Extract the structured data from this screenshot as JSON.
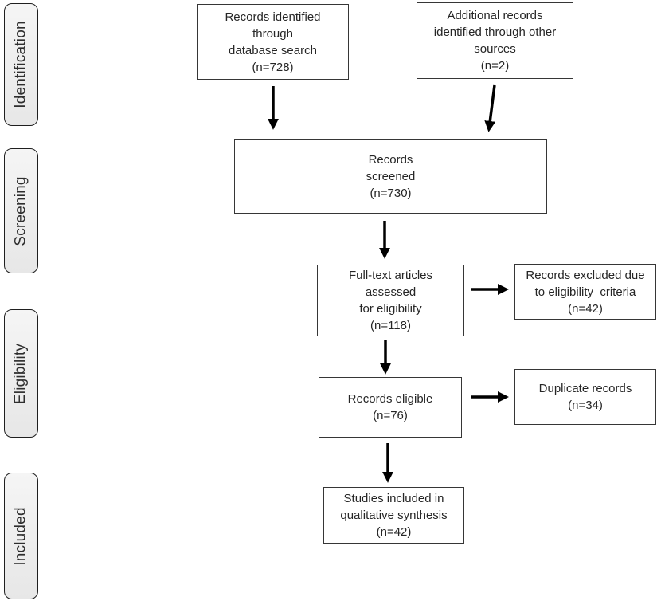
{
  "diagram": {
    "type": "prisma-flow",
    "colors": {
      "box_fill": "#ffffff",
      "box_border": "#363636",
      "stage_fill": "#ededed",
      "stage_border": "#1f1f1f",
      "arrow": "#000000",
      "text": "#262626"
    },
    "sidebar": {
      "stages": [
        {
          "label": "Identification"
        },
        {
          "label": "Screening"
        },
        {
          "label": "Eligibility"
        },
        {
          "label": "Included"
        }
      ]
    },
    "boxes": {
      "db": {
        "lines": [
          "Records identified",
          "through",
          "database search",
          "(n=728)"
        ],
        "count": 728
      },
      "other": {
        "lines": [
          "Additional records",
          "identified through other",
          "sources",
          "(n=2)"
        ],
        "count": 2
      },
      "screened": {
        "lines": [
          "Records",
          "screened",
          "(n=730)"
        ],
        "count": 730
      },
      "fulltext": {
        "lines": [
          "Full-text articles",
          "assessed",
          "for eligibility",
          "(n=118)"
        ],
        "count": 118
      },
      "excluded": {
        "lines": [
          "Records excluded due",
          "to eligibility  criteria",
          "(n=42)"
        ],
        "count": 42
      },
      "eligible": {
        "lines": [
          "Records eligible",
          "(n=76)"
        ],
        "count": 76
      },
      "duplicate": {
        "lines": [
          "Duplicate records",
          "(n=34)"
        ],
        "count": 34
      },
      "included": {
        "lines": [
          "Studies included in",
          "qualitative synthesis",
          "(n=42)"
        ],
        "count": 42
      }
    }
  }
}
